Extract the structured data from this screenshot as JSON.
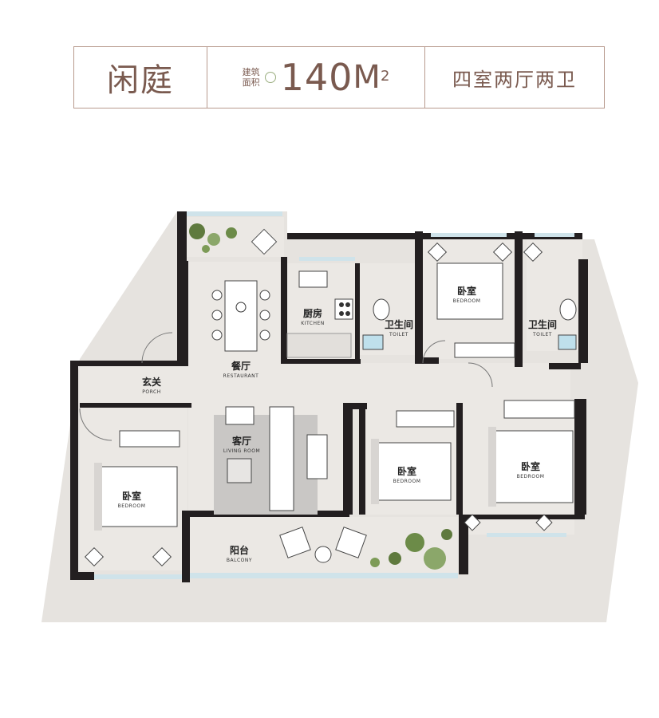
{
  "header": {
    "name": "闲庭",
    "area_label_line1": "建筑",
    "area_label_line2": "面积",
    "area_value": "140",
    "area_unit": "M",
    "area_sup": "2",
    "layout": "四室两厅两卫"
  },
  "rooms": {
    "porch": {
      "cn": "玄关",
      "en": "PORCH"
    },
    "restaurant": {
      "cn": "餐厅",
      "en": "RESTAURANT"
    },
    "kitchen": {
      "cn": "厨房",
      "en": "KITCHEN"
    },
    "toilet1": {
      "cn": "卫生间",
      "en": "TOILET"
    },
    "toilet2": {
      "cn": "卫生间",
      "en": "TOILET"
    },
    "bedroom_top": {
      "cn": "卧室",
      "en": "BEDROOM"
    },
    "bedroom_left": {
      "cn": "卧室",
      "en": "BEDROOM"
    },
    "bedroom_mid": {
      "cn": "卧室",
      "en": "BEDROOM"
    },
    "bedroom_right": {
      "cn": "卧室",
      "en": "BEDROOM"
    },
    "living": {
      "cn": "客厅",
      "en": "LIVING ROOM"
    },
    "balcony": {
      "cn": "阳台",
      "en": "BALCONY"
    }
  },
  "colors": {
    "wall": "#231f20",
    "floor": "#ebe8e4",
    "shadow": "#dedad6",
    "rug": "#c9c7c5",
    "green": "#5f7a3e",
    "accent": "#b89a8e"
  }
}
